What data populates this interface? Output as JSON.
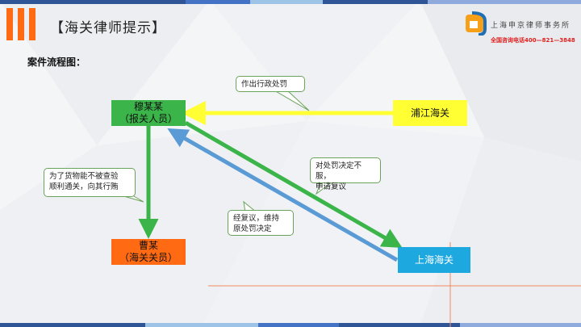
{
  "header": {
    "title": "【海关律师提示】"
  },
  "logo": {
    "name": "上海申京律师事务所",
    "phone": "全国咨询电话400—821—3848"
  },
  "section_title": "案件流程图：",
  "nodes": {
    "mou": {
      "line1": "穆某某",
      "line2": "（报关人员）",
      "fill": "#3bb54a",
      "text_color": "#111111"
    },
    "cao": {
      "line1": "曹某",
      "line2": "（海关关员）",
      "fill": "#ff6a13",
      "text_color": "#111111"
    },
    "pujiang": {
      "line1": "浦江海关",
      "fill": "#ffff33",
      "text_color": "#111111"
    },
    "shanghai": {
      "line1": "上海海关",
      "fill": "#1ea8e0",
      "text_color": "#ffffff"
    }
  },
  "callouts": {
    "penalty": "作出行政处罚",
    "bribe_line1": "为了货物能不被查验",
    "bribe_line2": "顺利通关，向其行贿",
    "appeal_line1": "对处罚决定不服，",
    "appeal_line2": "申请复议",
    "uphold_line1": "经复议，维持",
    "uphold_line2": "原处罚决定"
  },
  "colors": {
    "accent_orange": "#ff6a13",
    "arrow_yellow": "#ffff33",
    "arrow_green": "#3bb54a",
    "arrow_blue": "#5b9bd5",
    "callout_border": "#6aa35a",
    "divider": "#f08a5d"
  }
}
